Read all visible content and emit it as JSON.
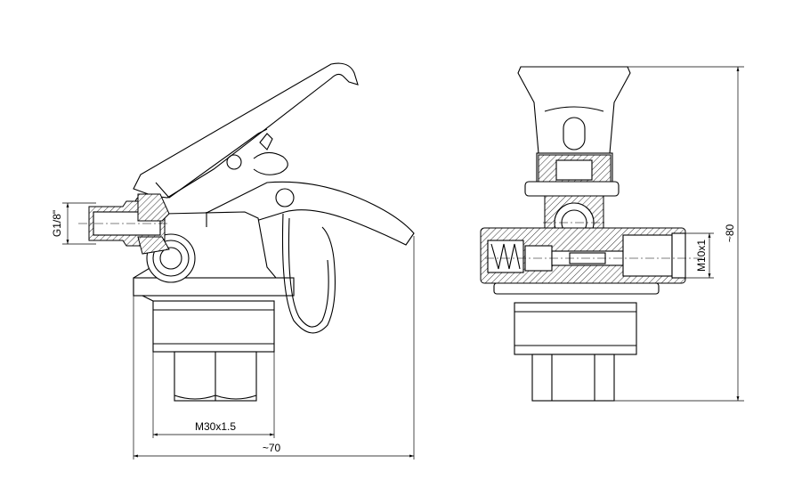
{
  "drawing": {
    "side_view": {
      "outlet_thread_label": "G1/8\"",
      "neck_thread_label": "M30x1.5",
      "width_label": "~70"
    },
    "front_view": {
      "port_thread_label": "M10x1",
      "height_label": "~80"
    }
  }
}
